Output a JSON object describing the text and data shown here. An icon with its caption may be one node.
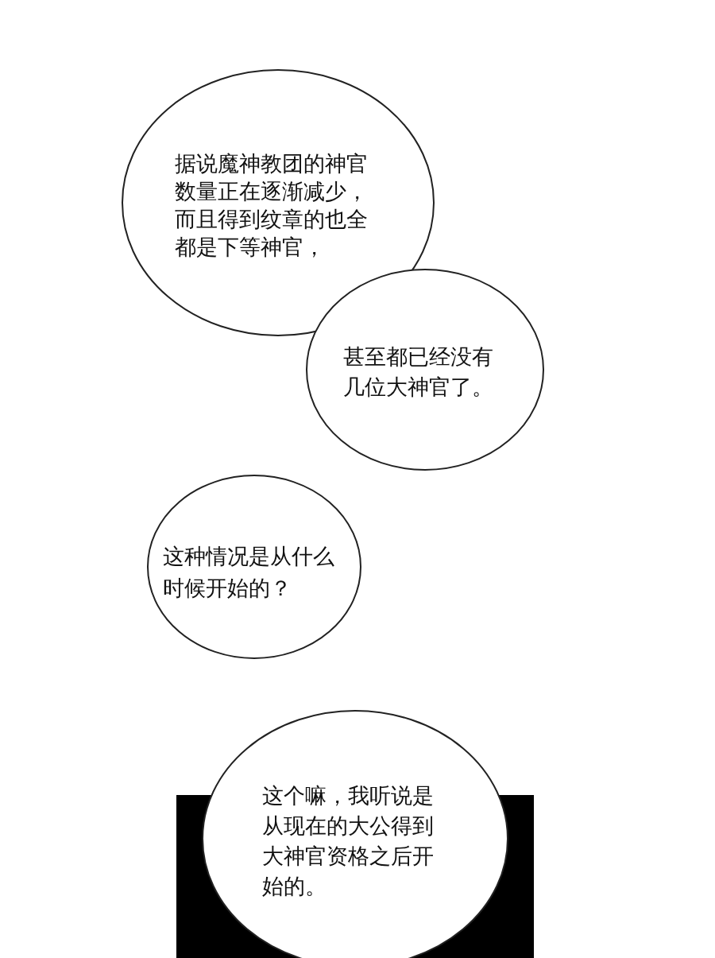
{
  "diagram": {
    "nodes": [
      {
        "text": [
          "据说魔神教团的神官数量正在逐渐减少，而且得到纹章的也全都是下等神官，"
        ]
      },
      {
        "text": [
          "甚至都已经没有几位大神官了。"
        ]
      },
      {
        "text": [
          "这种情况是从什么时候开始的？"
        ]
      },
      {
        "text": [
          "这个嘛，我听说是从现在的大公得到大神官资格之后开始的。"
        ]
      }
    ]
  }
}
